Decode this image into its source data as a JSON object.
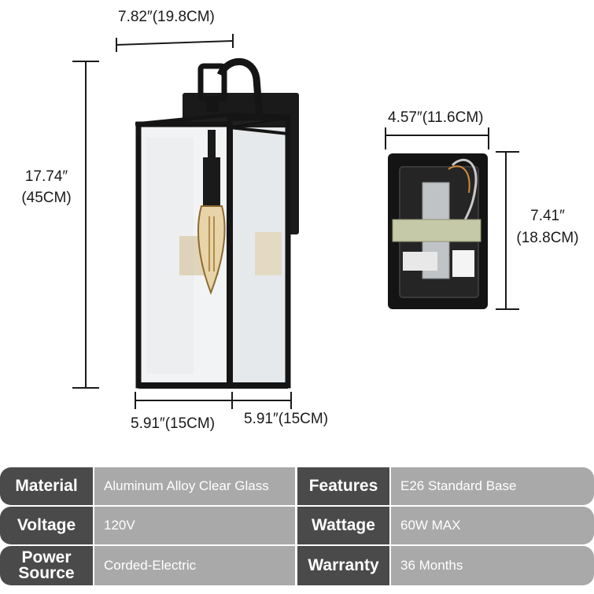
{
  "dimensions": {
    "top_width": "7.82″(19.8CM)",
    "height_line1": "17.74″",
    "height_line2": "(45CM)",
    "base_width_front": "5.91″(15CM)",
    "base_width_side": "5.91″(15CM)",
    "backplate_width": "4.57″(11.6CM)",
    "backplate_height_line1": "7.41″",
    "backplate_height_line2": "(18.8CM)"
  },
  "specs": [
    {
      "label": "Material",
      "value": "Aluminum Alloy Clear Glass"
    },
    {
      "label": "Features",
      "value": "E26 Standard Base"
    },
    {
      "label": "Voltage",
      "value": "120V"
    },
    {
      "label": "Wattage",
      "value": "60W MAX"
    },
    {
      "label": "Power Source",
      "label_line1": "Power",
      "label_line2": "Source",
      "value": "Corded-Electric"
    },
    {
      "label": "Warranty",
      "value": "36 Months"
    }
  ],
  "colors": {
    "label_bg": "#4a4a4a",
    "value_bg": "#a9a9a9",
    "fixture": "#151515"
  }
}
